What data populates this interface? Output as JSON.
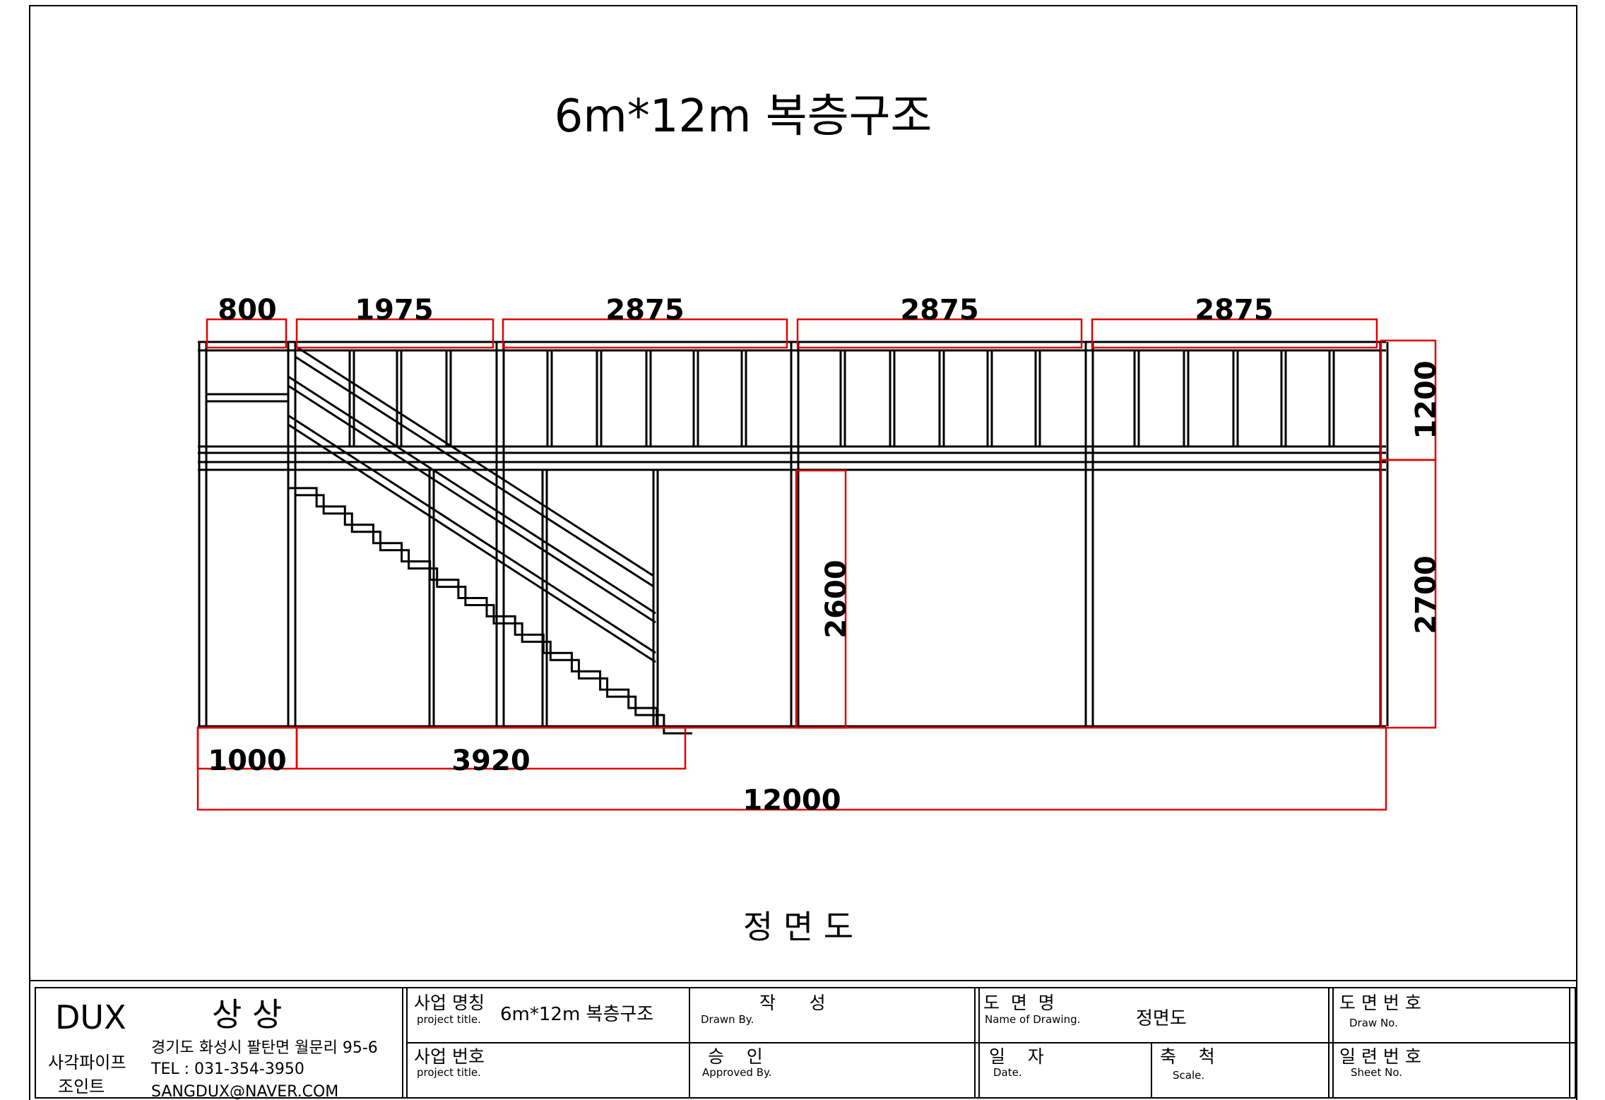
{
  "drawing": {
    "title": "6m*12m 복층구조",
    "view_name": "정 면 도",
    "dimensions": {
      "top_segments": [
        "800",
        "1975",
        "2875",
        "2875",
        "2875"
      ],
      "right_upper": "1200",
      "right_lower": "2700",
      "inner_height": "2600",
      "bottom_left": "1000",
      "bottom_stair": "3920",
      "overall": "12000"
    }
  },
  "title_block": {
    "company": {
      "brand": "DUX",
      "name": "상 상",
      "type_line1": "사각파이프",
      "type_line2": "조인트",
      "address": "경기도 화성시 팔탄면 월문리 95-6",
      "tel": "TEL : 031-354-3950",
      "email": "SANGDUX@NAVER.COM"
    },
    "project_title_ko": "사업 명칭",
    "project_title_en": "project title.",
    "project_title_value": "6m*12m 복층구조",
    "project_no_ko": "사업 번호",
    "project_no_en": "project title.",
    "drawn_by_ko": "작      성",
    "drawn_by_en": "Drawn By.",
    "approved_by_ko": "승    인",
    "approved_by_en": "Approved By.",
    "drawing_name_ko": "도  면  명",
    "drawing_name_en": "Name of Drawing.",
    "drawing_name_value": "정면도",
    "date_ko": "일    자",
    "date_en": "Date.",
    "scale_ko": "축    척",
    "scale_en": "Scale.",
    "draw_no_ko": "도 면 번 호",
    "draw_no_en": "Draw No.",
    "sheet_no_ko": "일 련 번 호",
    "sheet_no_en": "Sheet No."
  },
  "colors": {
    "structure": "#000000",
    "dimension": "#e00000",
    "background": "#ffffff"
  }
}
